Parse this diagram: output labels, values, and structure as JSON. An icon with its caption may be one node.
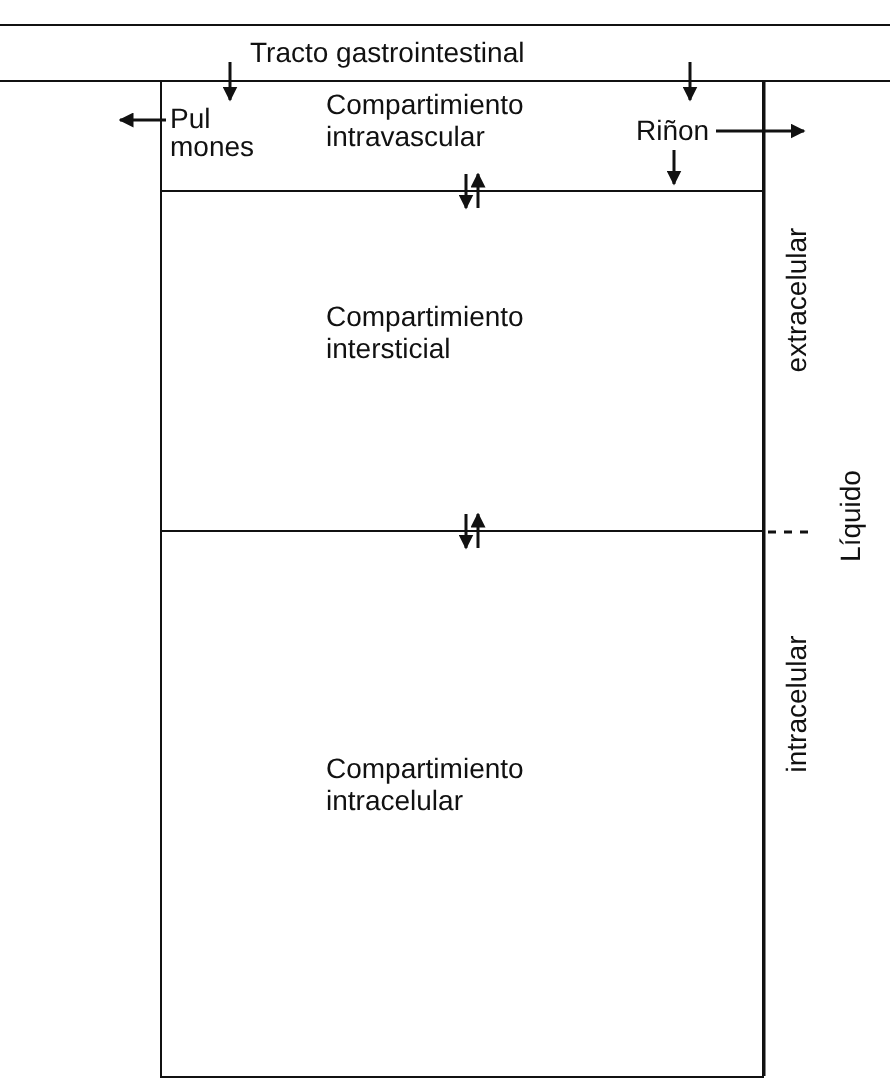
{
  "diagram": {
    "nodes": [
      {
        "text": [
          "Tracto gastrointestinal"
        ]
      },
      {
        "text": [
          "Compartimiento intravascular"
        ]
      },
      {
        "text": [
          "Pul mones"
        ],
        "in": 1
      },
      {
        "text": [
          "Riñon"
        ],
        "in": 1
      },
      {
        "text": [
          "Compartimiento intersticial"
        ]
      },
      {
        "text": [
          "Compartimiento intracelular"
        ]
      }
    ],
    "edges": [
      {
        "from": 0,
        "to": 1,
        "arrow": "to"
      },
      {
        "from": 0,
        "to": 1,
        "arrow": "to"
      },
      {
        "from": 2,
        "to": null,
        "arrow": "to"
      },
      {
        "from": 3,
        "to": null,
        "arrow": "to"
      },
      {
        "from": 3,
        "to": null,
        "arrow": "to"
      },
      {
        "from": 1,
        "to": 4,
        "arrow": "to"
      },
      {
        "from": 4,
        "to": 1,
        "arrow": "to"
      },
      {
        "from": 4,
        "to": 5,
        "arrow": "to"
      },
      {
        "from": 5,
        "to": 4,
        "arrow": "to"
      }
    ],
    "labels": [
      "extracelular",
      "Líquido",
      "intracelular"
    ]
  }
}
